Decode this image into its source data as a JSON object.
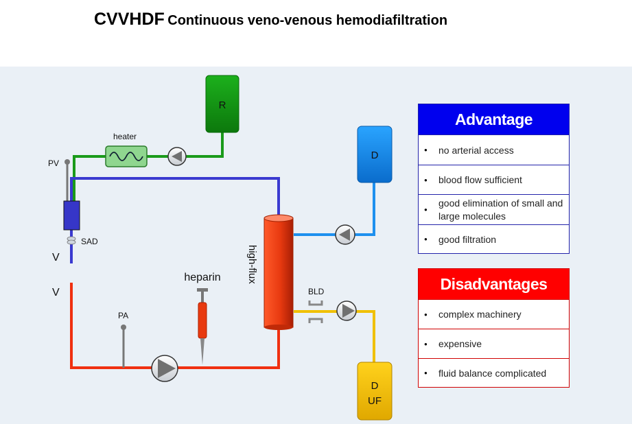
{
  "title": {
    "main": "CVVHDF",
    "subtitle": "Continuous veno-venous hemodiafiltration"
  },
  "diagram": {
    "reservoir_r": "R",
    "dialysate_d": "D",
    "effluent": {
      "line1": "D",
      "line2": "UF"
    },
    "heater": "heater",
    "pv": "PV",
    "sad": "SAD",
    "v_top": "V",
    "v_bottom": "V",
    "pa": "PA",
    "heparin": "heparin",
    "filter": "high-flux",
    "bld": "BLD"
  },
  "advantage": {
    "header": "Advantage",
    "items": [
      "no arterial access",
      "blood flow sufficient",
      "good elimination of small and large molecules",
      "good filtration"
    ]
  },
  "disadvantages": {
    "header": "Disadvantages",
    "items": [
      "complex machinery",
      "expensive",
      "fluid balance complicated"
    ]
  },
  "colors": {
    "background": "#eaf0f6",
    "green_line": "#1a9a1a",
    "blue_line": "#3a3ad0",
    "red_line": "#f03010",
    "cyan_line": "#1e90ee",
    "yellow_line": "#f0c000",
    "advantage_header": "#0000ee",
    "disadvantages_header": "#ff0000"
  }
}
